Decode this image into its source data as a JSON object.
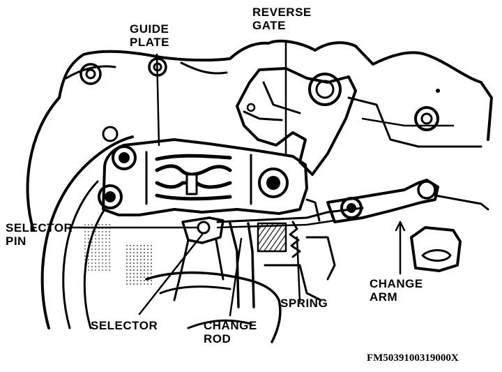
{
  "labels": {
    "guide_plate_1": "GUIDE",
    "guide_plate_2": "PLATE",
    "reverse_gate_1": "REVERSE",
    "reverse_gate_2": "GATE",
    "selector_pin_1": "SELECTOR",
    "selector_pin_2": "PIN",
    "selector": "SELECTOR",
    "change_rod_1": "CHANGE",
    "change_rod_2": "ROD",
    "spring": "SPRING",
    "change_arm_1": "CHANGE",
    "change_arm_2": "ARM"
  },
  "figure_code": "FM5039100319000X"
}
